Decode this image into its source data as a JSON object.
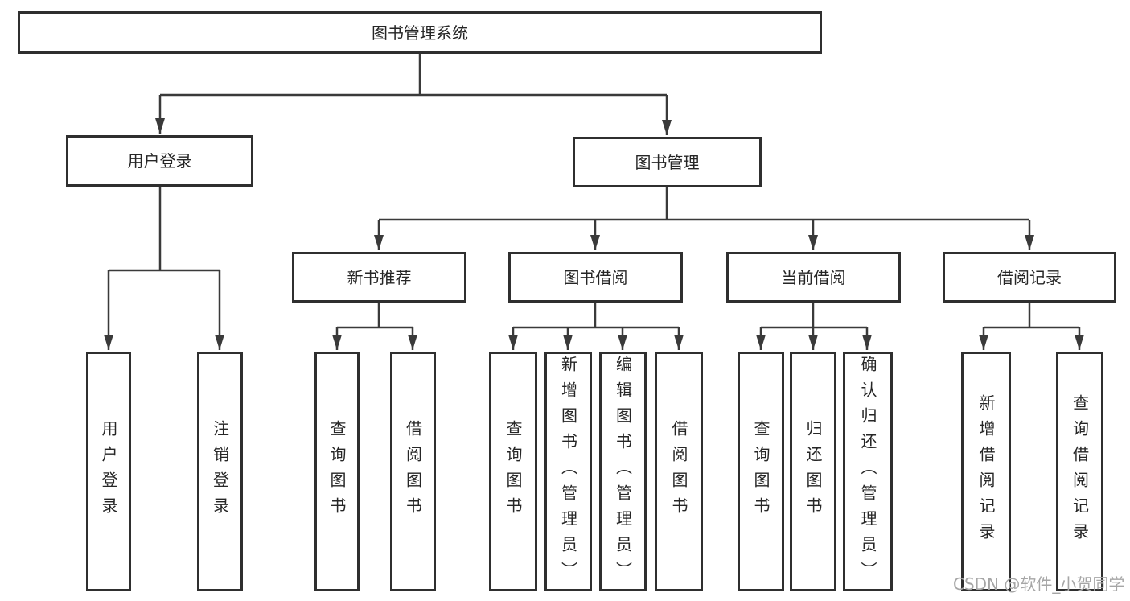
{
  "nodes": {
    "root": {
      "label": "图书管理系统"
    },
    "level2": [
      {
        "label": "用户登录"
      },
      {
        "label": "图书管理"
      }
    ],
    "level3": [
      {
        "label": "新书推荐",
        "parent": "图书管理"
      },
      {
        "label": "图书借阅",
        "parent": "图书管理"
      },
      {
        "label": "当前借阅",
        "parent": "图书管理"
      },
      {
        "label": "借阅记录",
        "parent": "图书管理"
      }
    ],
    "leaves": [
      {
        "label": "用户登录",
        "parent": "用户登录"
      },
      {
        "label": "注销登录",
        "parent": "用户登录"
      },
      {
        "label": "查询图书",
        "parent": "新书推荐"
      },
      {
        "label": "借阅图书",
        "parent": "新书推荐"
      },
      {
        "label": "查询图书",
        "parent": "图书借阅"
      },
      {
        "label": "新增图书（管理员）",
        "parent": "图书借阅"
      },
      {
        "label": "编辑图书（管理员）",
        "parent": "图书借阅"
      },
      {
        "label": "借阅图书",
        "parent": "图书借阅"
      },
      {
        "label": "查询图书",
        "parent": "当前借阅"
      },
      {
        "label": "归还图书",
        "parent": "当前借阅"
      },
      {
        "label": "确认归还（管理员）",
        "parent": "当前借阅"
      },
      {
        "label": "新增借阅记录",
        "parent": "借阅记录"
      },
      {
        "label": "查询借阅记录",
        "parent": "借阅记录"
      }
    ]
  },
  "watermark": "CSDN @软件_小贺同学",
  "colors": {
    "line": "#3a3a3a",
    "box_border": "#2f2f2f",
    "text": "#262626",
    "watermark": "#a6a6a6",
    "background": "#ffffff"
  }
}
